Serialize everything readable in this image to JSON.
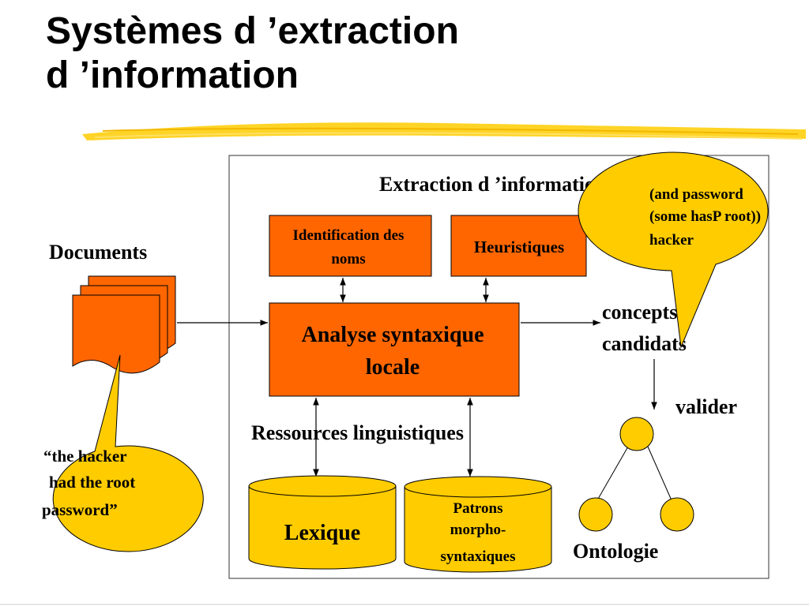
{
  "title": {
    "line1": "Systèmes d ’extraction",
    "line2": "d ’information"
  },
  "diagram": {
    "frame_label": "Extraction d ’information",
    "documents_label": "Documents",
    "box_identification": [
      "Identification des",
      "noms"
    ],
    "box_heuristiques": "Heuristiques",
    "box_analyse": [
      "Analyse syntaxique",
      "locale"
    ],
    "ressources_label": "Ressources linguistiques",
    "db_lexique": "Lexique",
    "db_patrons": [
      "Patrons",
      "morpho-",
      "syntaxiques"
    ],
    "concepts_label": [
      "concepts",
      "candidats"
    ],
    "valider_label": "valider",
    "ontologie_label": "Ontologie",
    "callout_query": [
      "(and password",
      "(some hasP root))",
      "hacker"
    ],
    "callout_sentence": [
      "“the hacker",
      "had the root",
      "password”"
    ]
  },
  "colors": {
    "orange": "#FF6600",
    "yellow": "#FFCC00",
    "title_bar": "#FFCC00"
  }
}
